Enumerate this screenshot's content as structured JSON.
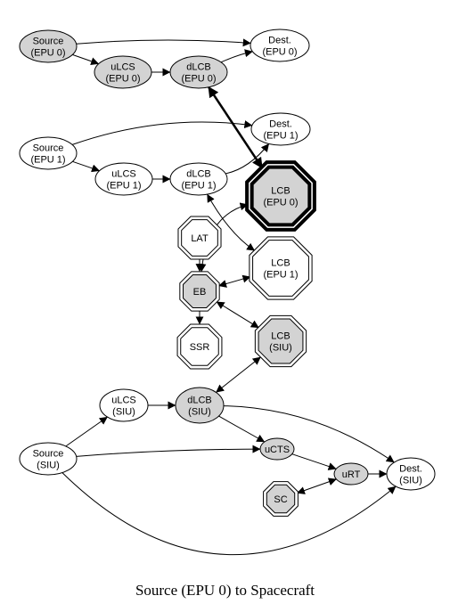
{
  "caption": "Source (EPU 0) to Spacecraft",
  "colors": {
    "shaded": "#d3d3d3",
    "white": "#ffffff",
    "stroke": "#000000"
  },
  "nodes": {
    "src_epu0": {
      "lines": [
        "Source",
        "(EPU 0)"
      ],
      "shape": "ellipse",
      "fill": "shaded"
    },
    "ulcs_epu0": {
      "lines": [
        "uLCS",
        "(EPU 0)"
      ],
      "shape": "ellipse",
      "fill": "shaded"
    },
    "dlcb_epu0": {
      "lines": [
        "dLCB",
        "(EPU 0)"
      ],
      "shape": "ellipse",
      "fill": "shaded"
    },
    "dest_epu0": {
      "lines": [
        "Dest.",
        "(EPU 0)"
      ],
      "shape": "ellipse",
      "fill": "white"
    },
    "src_epu1": {
      "lines": [
        "Source",
        "(EPU 1)"
      ],
      "shape": "ellipse",
      "fill": "white"
    },
    "ulcs_epu1": {
      "lines": [
        "uLCS",
        "(EPU 1)"
      ],
      "shape": "ellipse",
      "fill": "white"
    },
    "dlcb_epu1": {
      "lines": [
        "dLCB",
        "(EPU 1)"
      ],
      "shape": "ellipse",
      "fill": "white"
    },
    "dest_epu1": {
      "lines": [
        "Dest.",
        "(EPU 1)"
      ],
      "shape": "ellipse",
      "fill": "white"
    },
    "lcb_epu0": {
      "lines": [
        "LCB",
        "(EPU 0)"
      ],
      "shape": "octagon-bold",
      "fill": "shaded"
    },
    "lat": {
      "lines": [
        "LAT"
      ],
      "shape": "octagon",
      "fill": "white"
    },
    "lcb_epu1": {
      "lines": [
        "LCB",
        "(EPU 1)"
      ],
      "shape": "octagon",
      "fill": "white"
    },
    "eb": {
      "lines": [
        "EB"
      ],
      "shape": "octagon",
      "fill": "shaded"
    },
    "ssr": {
      "lines": [
        "SSR"
      ],
      "shape": "octagon",
      "fill": "white"
    },
    "lcb_siu": {
      "lines": [
        "LCB",
        "(SIU)"
      ],
      "shape": "octagon",
      "fill": "shaded"
    },
    "ulcs_siu": {
      "lines": [
        "uLCS",
        "(SIU)"
      ],
      "shape": "ellipse",
      "fill": "white"
    },
    "dlcb_siu": {
      "lines": [
        "dLCB",
        "(SIU)"
      ],
      "shape": "ellipse",
      "fill": "shaded"
    },
    "src_siu": {
      "lines": [
        "Source",
        "(SIU)"
      ],
      "shape": "ellipse",
      "fill": "white"
    },
    "ucts": {
      "lines": [
        "uCTS"
      ],
      "shape": "ellipse",
      "fill": "shaded"
    },
    "urt": {
      "lines": [
        "uRT"
      ],
      "shape": "ellipse",
      "fill": "shaded"
    },
    "dest_siu": {
      "lines": [
        "Dest.",
        "(SIU)"
      ],
      "shape": "ellipse",
      "fill": "white"
    },
    "sc": {
      "lines": [
        "SC"
      ],
      "shape": "octagon",
      "fill": "shaded"
    }
  },
  "edges": [
    {
      "from": "src_epu0",
      "to": "dest_epu0",
      "dir": "forward"
    },
    {
      "from": "src_epu0",
      "to": "ulcs_epu0",
      "dir": "forward"
    },
    {
      "from": "ulcs_epu0",
      "to": "dlcb_epu0",
      "dir": "forward"
    },
    {
      "from": "dlcb_epu0",
      "to": "dest_epu0",
      "dir": "forward"
    },
    {
      "from": "dlcb_epu0",
      "to": "lcb_epu0",
      "dir": "both",
      "bold": true
    },
    {
      "from": "src_epu1",
      "to": "dest_epu1",
      "dir": "forward"
    },
    {
      "from": "src_epu1",
      "to": "ulcs_epu1",
      "dir": "forward"
    },
    {
      "from": "ulcs_epu1",
      "to": "dlcb_epu1",
      "dir": "forward"
    },
    {
      "from": "dlcb_epu1",
      "to": "dest_epu1",
      "dir": "forward"
    },
    {
      "from": "dlcb_epu1",
      "to": "lcb_epu1",
      "dir": "both"
    },
    {
      "from": "lat",
      "to": "eb",
      "dir": "forward"
    },
    {
      "from": "eb",
      "to": "lcb_epu0",
      "dir": "both"
    },
    {
      "from": "eb",
      "to": "lcb_epu1",
      "dir": "both"
    },
    {
      "from": "eb",
      "to": "ssr",
      "dir": "forward"
    },
    {
      "from": "eb",
      "to": "lcb_siu",
      "dir": "both"
    },
    {
      "from": "dlcb_siu",
      "to": "lcb_siu",
      "dir": "both"
    },
    {
      "from": "ulcs_siu",
      "to": "dlcb_siu",
      "dir": "forward"
    },
    {
      "from": "src_siu",
      "to": "ulcs_siu",
      "dir": "forward"
    },
    {
      "from": "dlcb_siu",
      "to": "ucts",
      "dir": "forward"
    },
    {
      "from": "src_siu",
      "to": "ucts",
      "dir": "forward"
    },
    {
      "from": "ucts",
      "to": "urt",
      "dir": "forward"
    },
    {
      "from": "dlcb_siu",
      "to": "dest_siu",
      "dir": "forward"
    },
    {
      "from": "urt",
      "to": "dest_siu",
      "dir": "forward"
    },
    {
      "from": "sc",
      "to": "urt",
      "dir": "both"
    },
    {
      "from": "src_siu",
      "to": "dest_siu",
      "dir": "forward"
    }
  ]
}
